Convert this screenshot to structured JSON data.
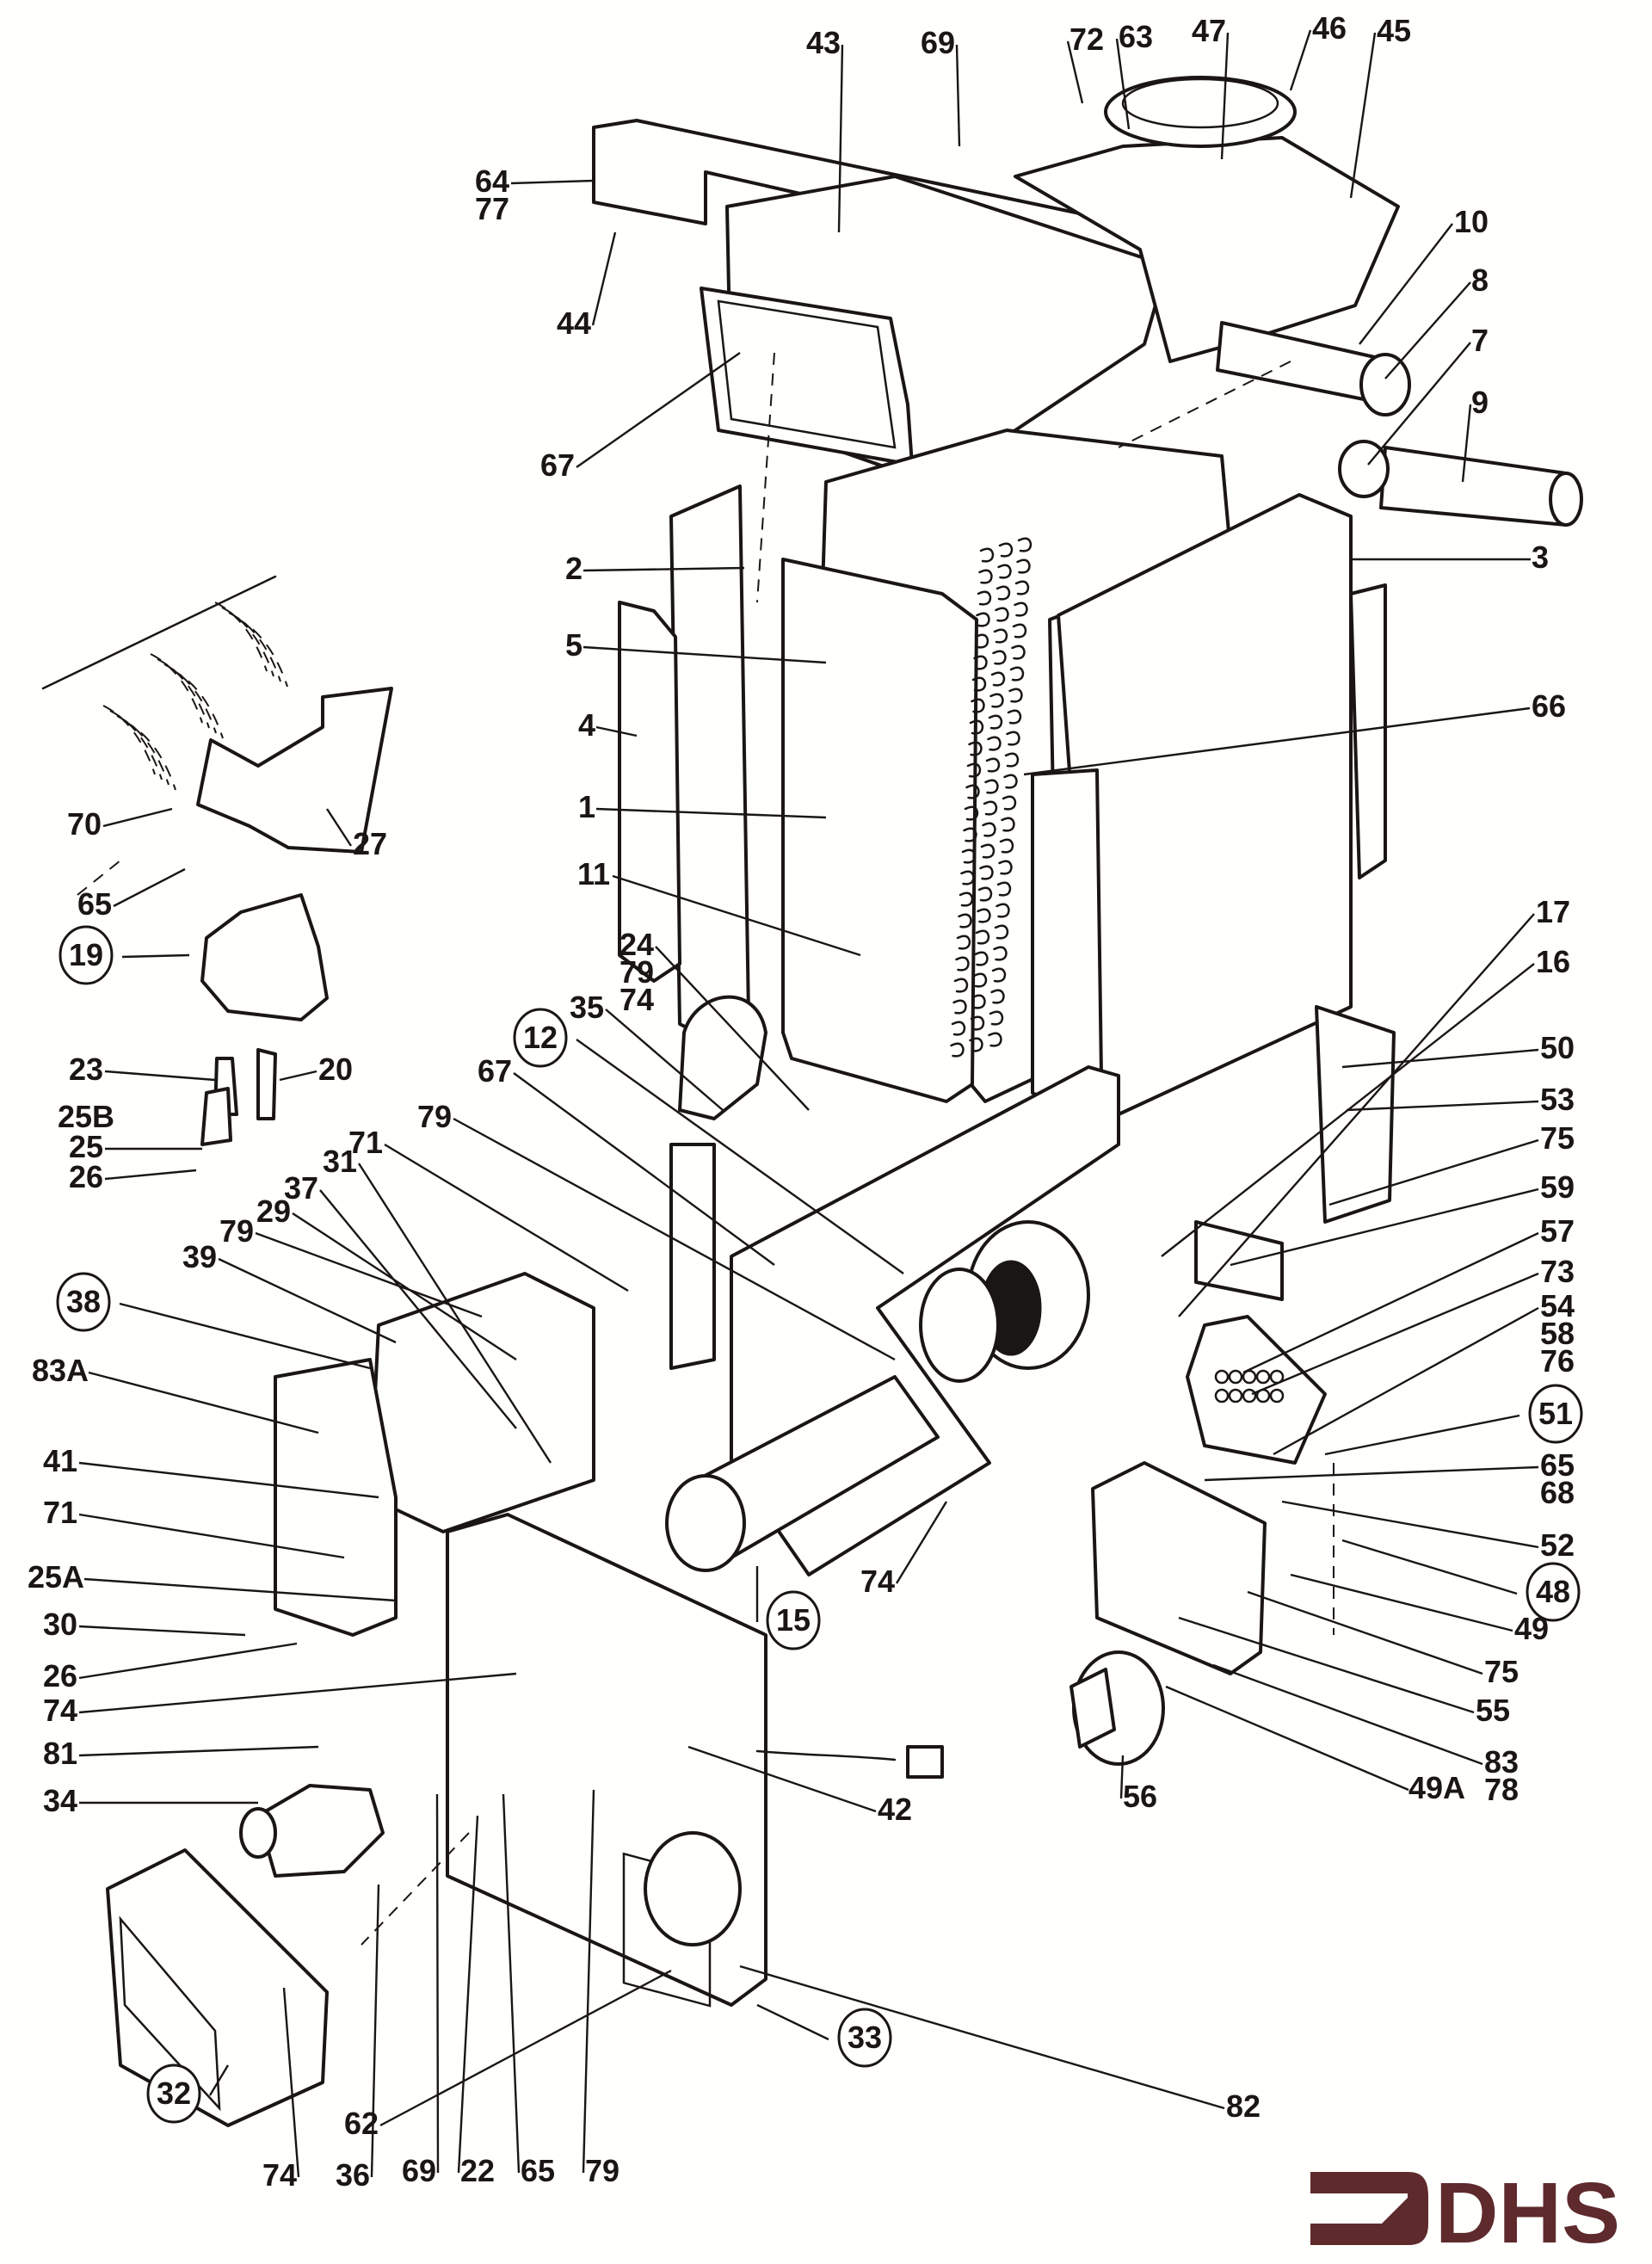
{
  "diagram": {
    "title": "Exploded parts view",
    "brand": {
      "name": "DHS",
      "color": "#5e2a2c"
    },
    "ink_color": "#1a1614",
    "paper_color": "#fffffd",
    "callouts": [
      {
        "id": "43",
        "label": "43",
        "circled": false
      },
      {
        "id": "69a",
        "label": "69",
        "circled": false
      },
      {
        "id": "72",
        "label": "72",
        "circled": false
      },
      {
        "id": "63",
        "label": "63",
        "circled": false
      },
      {
        "id": "47",
        "label": "47",
        "circled": false
      },
      {
        "id": "46",
        "label": "46",
        "circled": false
      },
      {
        "id": "45",
        "label": "45",
        "circled": false
      },
      {
        "id": "64-77",
        "label": "64",
        "sub": "77",
        "circled": false
      },
      {
        "id": "44",
        "label": "44",
        "circled": false
      },
      {
        "id": "10",
        "label": "10",
        "circled": false
      },
      {
        "id": "8",
        "label": "8",
        "circled": false
      },
      {
        "id": "7",
        "label": "7",
        "circled": false
      },
      {
        "id": "9",
        "label": "9",
        "circled": false
      },
      {
        "id": "67a",
        "label": "67",
        "circled": false
      },
      {
        "id": "2",
        "label": "2",
        "circled": false
      },
      {
        "id": "3",
        "label": "3",
        "circled": false
      },
      {
        "id": "5",
        "label": "5",
        "circled": false
      },
      {
        "id": "4",
        "label": "4",
        "circled": false
      },
      {
        "id": "66",
        "label": "66",
        "circled": false
      },
      {
        "id": "1",
        "label": "1",
        "circled": false
      },
      {
        "id": "70",
        "label": "70",
        "circled": false
      },
      {
        "id": "27",
        "label": "27",
        "circled": false
      },
      {
        "id": "65a",
        "label": "65",
        "circled": false
      },
      {
        "id": "11",
        "label": "11",
        "circled": false
      },
      {
        "id": "16",
        "label": "16",
        "circled": false
      },
      {
        "id": "17",
        "label": "17",
        "circled": false
      },
      {
        "id": "19",
        "label": "19",
        "circled": true
      },
      {
        "id": "24-79-74",
        "label": "24",
        "sub": "79",
        "sub2": "74",
        "circled": false
      },
      {
        "id": "35",
        "label": "35",
        "circled": false
      },
      {
        "id": "12",
        "label": "12",
        "circled": true
      },
      {
        "id": "23",
        "label": "23",
        "circled": false
      },
      {
        "id": "20",
        "label": "20",
        "circled": false
      },
      {
        "id": "25B",
        "label": "25B",
        "circled": false
      },
      {
        "id": "25",
        "label": "25",
        "circled": false
      },
      {
        "id": "26a",
        "label": "26",
        "circled": false
      },
      {
        "id": "67b",
        "label": "67",
        "circled": false
      },
      {
        "id": "79a",
        "label": "79",
        "circled": false
      },
      {
        "id": "71a",
        "label": "71",
        "circled": false
      },
      {
        "id": "31",
        "label": "31",
        "circled": false
      },
      {
        "id": "37",
        "label": "37",
        "circled": false
      },
      {
        "id": "29",
        "label": "29",
        "circled": false
      },
      {
        "id": "79b",
        "label": "79",
        "circled": false
      },
      {
        "id": "39",
        "label": "39",
        "circled": false
      },
      {
        "id": "38",
        "label": "38",
        "circled": true
      },
      {
        "id": "83A",
        "label": "83A",
        "circled": false
      },
      {
        "id": "41",
        "label": "41",
        "circled": false
      },
      {
        "id": "71b",
        "label": "71",
        "circled": false
      },
      {
        "id": "25A",
        "label": "25A",
        "circled": false
      },
      {
        "id": "30",
        "label": "30",
        "circled": false
      },
      {
        "id": "26b",
        "label": "26",
        "circled": false
      },
      {
        "id": "74a",
        "label": "74",
        "circled": false
      },
      {
        "id": "81",
        "label": "81",
        "circled": false
      },
      {
        "id": "34",
        "label": "34",
        "circled": false
      },
      {
        "id": "15",
        "label": "15",
        "circled": true
      },
      {
        "id": "74b",
        "label": "74",
        "circled": false
      },
      {
        "id": "42",
        "label": "42",
        "circled": false
      },
      {
        "id": "33",
        "label": "33",
        "circled": true
      },
      {
        "id": "82",
        "label": "82",
        "circled": false
      },
      {
        "id": "62",
        "label": "62",
        "circled": false
      },
      {
        "id": "32",
        "label": "32",
        "circled": true
      },
      {
        "id": "74c",
        "label": "74",
        "circled": false
      },
      {
        "id": "36",
        "label": "36",
        "circled": false
      },
      {
        "id": "69b",
        "label": "69",
        "circled": false
      },
      {
        "id": "22",
        "label": "22",
        "circled": false
      },
      {
        "id": "65b",
        "label": "65",
        "circled": false
      },
      {
        "id": "79c",
        "label": "79",
        "circled": false
      },
      {
        "id": "50",
        "label": "50",
        "circled": false
      },
      {
        "id": "53",
        "label": "53",
        "circled": false
      },
      {
        "id": "75a",
        "label": "75",
        "circled": false
      },
      {
        "id": "59",
        "label": "59",
        "circled": false
      },
      {
        "id": "57",
        "label": "57",
        "circled": false
      },
      {
        "id": "73",
        "label": "73",
        "circled": false
      },
      {
        "id": "54-58-76",
        "label": "54",
        "sub": "58",
        "sub2": "76",
        "circled": false
      },
      {
        "id": "51",
        "label": "51",
        "circled": true
      },
      {
        "id": "65-68",
        "label": "65",
        "sub": "68",
        "circled": false
      },
      {
        "id": "52",
        "label": "52",
        "circled": false
      },
      {
        "id": "48",
        "label": "48",
        "circled": true
      },
      {
        "id": "49",
        "label": "49",
        "circled": false
      },
      {
        "id": "75b",
        "label": "75",
        "circled": false
      },
      {
        "id": "55",
        "label": "55",
        "circled": false
      },
      {
        "id": "83-78",
        "label": "83",
        "sub": "78",
        "circled": false
      },
      {
        "id": "49A",
        "label": "49A",
        "circled": false
      },
      {
        "id": "56",
        "label": "56",
        "circled": false
      }
    ]
  }
}
